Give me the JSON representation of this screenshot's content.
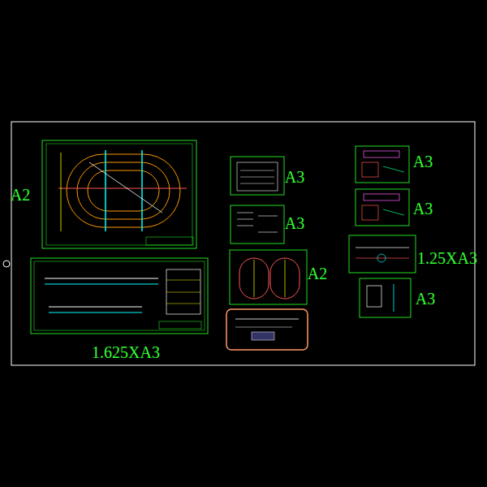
{
  "diagram": {
    "labels": [
      "A2",
      "A3",
      "A3",
      "A2",
      "A3",
      "A3",
      "1.25XA3",
      "A3",
      "1.625XA3"
    ]
  }
}
